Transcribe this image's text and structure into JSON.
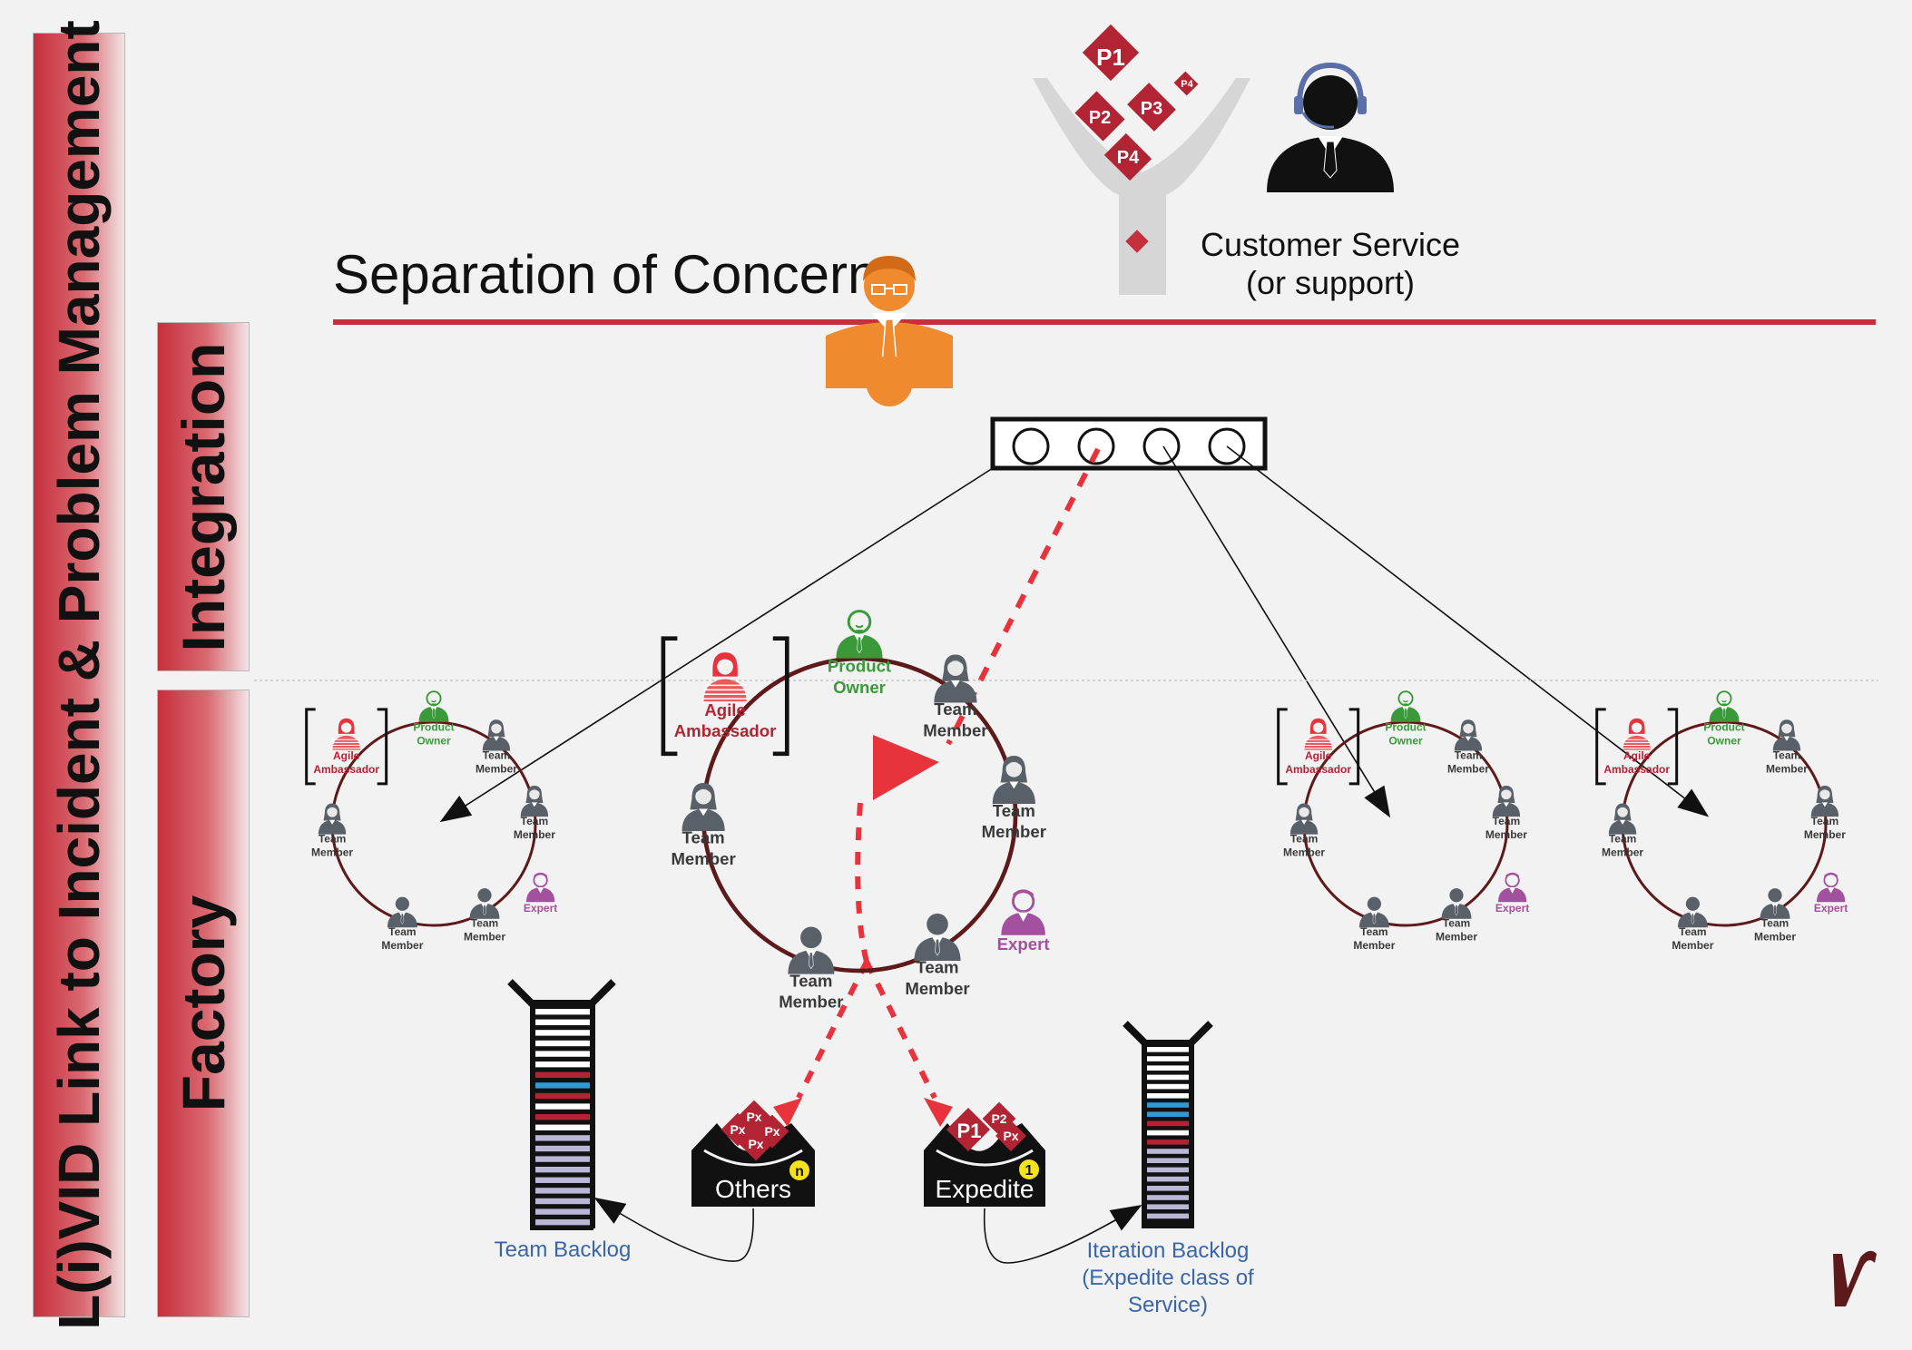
{
  "side_labels": {
    "main": "L(i)VID Link to Incident & Problem Management",
    "integration": "Integration",
    "factory": "Factory"
  },
  "header": {
    "title": "Separation of Concern",
    "customer_service_line1": "Customer Service",
    "customer_service_line2": "(or support)"
  },
  "funnel": {
    "tickets": [
      "P1",
      "P2",
      "P3",
      "P4",
      "P4"
    ]
  },
  "teams": {
    "product_owner_line1": "Product",
    "product_owner_line2": "Owner",
    "agile_line1": "Agile",
    "agile_line2": "Ambassador",
    "team_line1": "Team",
    "team_line2": "Member",
    "expert": "Expert"
  },
  "boxes": {
    "others_label": "Others",
    "others_badge": "n",
    "others_tickets": [
      "Px",
      "Px",
      "Px",
      "Px"
    ],
    "expedite_label": "Expedite",
    "expedite_badge": "1",
    "expedite_tickets": [
      "P1",
      "P2",
      "Px"
    ]
  },
  "backlogs": {
    "team_backlog": "Team Backlog",
    "iteration_line1": "Iteration Backlog",
    "iteration_line2": "(Expedite class of",
    "iteration_line3": "Service)"
  },
  "colors": {
    "accent_red": "#c62f3c",
    "ticket_red": "#b22433",
    "bright_red": "#e8323c",
    "owner_green": "#3a9a3a",
    "expert_purple": "#a3509e",
    "integrator_orange": "#f08a2e",
    "person_gray": "#5a6068",
    "backlog_blue": "#2e9ad6",
    "backlog_lavender": "#b9b6d6",
    "caption_blue": "#3a66a8"
  }
}
